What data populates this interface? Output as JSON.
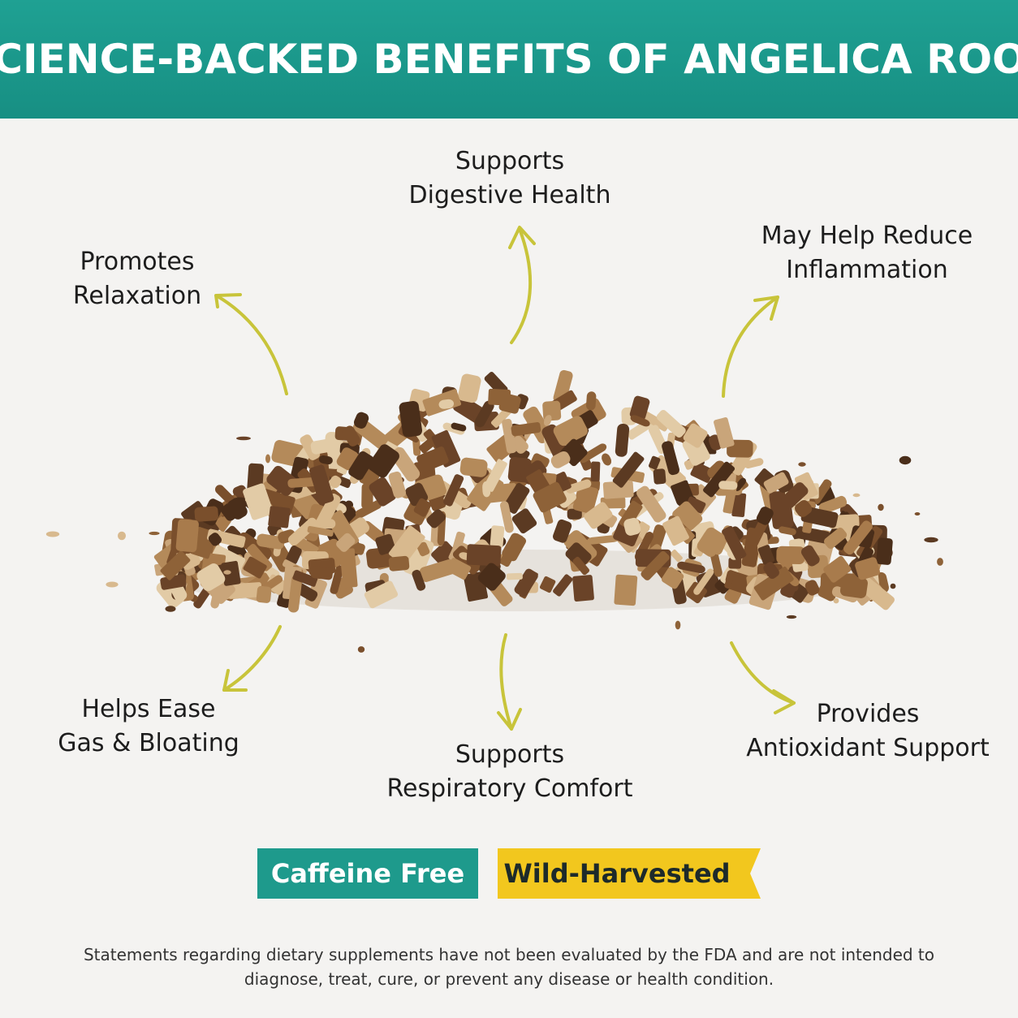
{
  "header": {
    "title": "SCIENCE-BACKED BENEFITS OF ANGELICA ROOT"
  },
  "benefits": {
    "digestive": {
      "line1": "Supports",
      "line2": "Digestive Health"
    },
    "inflammation": {
      "line1": "May Help Reduce",
      "line2": "Inflammation"
    },
    "relaxation": {
      "line1": "Promotes",
      "line2": "Relaxation"
    },
    "bloating": {
      "line1": "Helps Ease",
      "line2": "Gas & Bloating"
    },
    "respiratory": {
      "line1": "Supports",
      "line2": "Respiratory Comfort"
    },
    "antioxidant": {
      "line1": "Provides",
      "line2": "Antioxidant Support"
    }
  },
  "badges": {
    "caffeine_free": "Caffeine Free",
    "wild_harvested": "Wild-Harvested"
  },
  "disclaimer": {
    "line1": "Statements regarding dietary supplements have not been evaluated by the FDA and are not intended to",
    "line2": "diagnose, treat, cure, or prevent any disease or health condition."
  },
  "colors": {
    "header_teal": "#1a9a8c",
    "arrow_yellow": "#c8c43a",
    "badge_teal": "#1e9a8c",
    "badge_yellow": "#f2c71e",
    "background": "#f4f3f1"
  },
  "image": {
    "subject": "pile of dried angelica root pieces"
  }
}
